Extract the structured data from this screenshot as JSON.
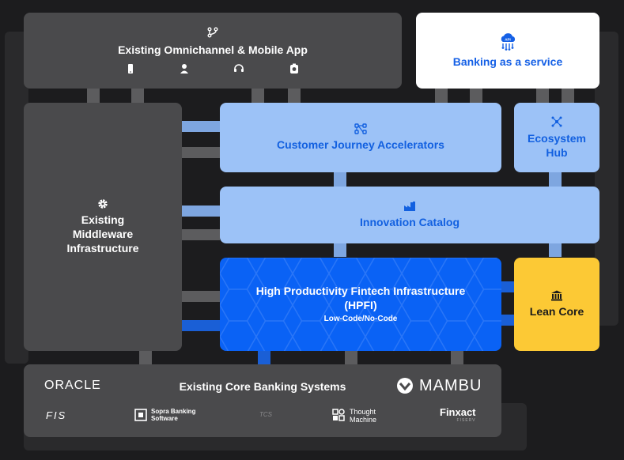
{
  "omnichannel": {
    "title": "Existing Omnichannel & Mobile App"
  },
  "baas": {
    "title": "Banking as a service",
    "icon_label": "API"
  },
  "middleware": {
    "title": "Existing Middleware Infrastructure"
  },
  "cja": {
    "title": "Customer Journey Accelerators"
  },
  "ecosystem": {
    "title": "Ecosystem Hub"
  },
  "innovation": {
    "title": "Innovation Catalog"
  },
  "hpfi": {
    "title": "High Productivity Fintech Infrastructure (HPFI)",
    "subtitle": "Low-Code/No-Code"
  },
  "lean": {
    "title": "Lean Core"
  },
  "core": {
    "title": "Existing Core Banking Systems",
    "logos": {
      "oracle": "ORACLE",
      "mambu": "MAMBU",
      "fis": "FIS",
      "sopra_line1": "Sopra Banking",
      "sopra_line2": "Software",
      "tcs": "TCS",
      "thought_line1": "Thought",
      "thought_line2": "Machine",
      "finxact": "Finxact",
      "finxact_sub": "FISERV"
    }
  },
  "colors": {
    "background": "#1c1c1e",
    "gray_box": "#4a4a4c",
    "light_blue": "#9cc2f7",
    "accent_blue": "#1260e0",
    "hpfi_blue": "#0a62f5",
    "yellow": "#fcc935"
  }
}
